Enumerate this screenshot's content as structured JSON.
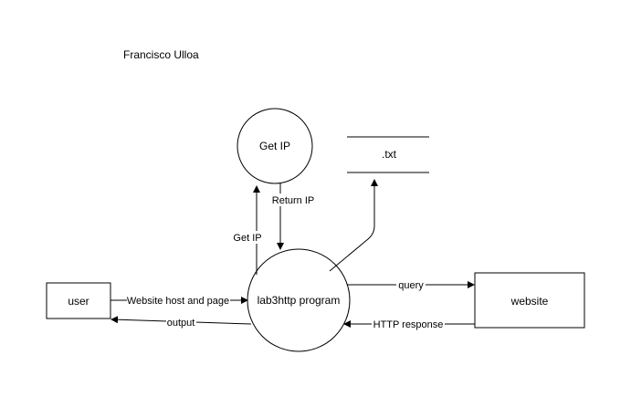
{
  "author": "Francisco Ulloa",
  "nodes": {
    "user": "user",
    "program": "lab3http program",
    "get_ip": "Get IP",
    "txt": ".txt",
    "website": "website"
  },
  "edges": {
    "host_and_page": "Website host and page",
    "output": "output",
    "get_ip": "Get IP",
    "return_ip": "Return IP",
    "query": "query",
    "http_response": "HTTP response"
  }
}
